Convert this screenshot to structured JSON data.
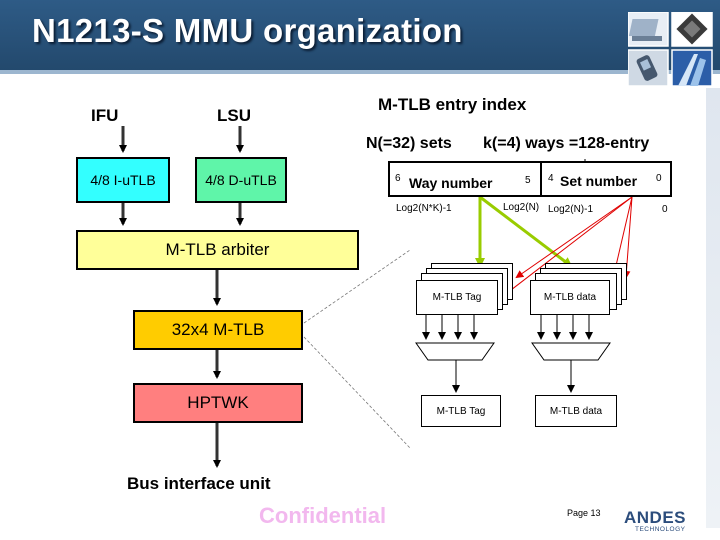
{
  "slide": {
    "title": "N1213-S MMU organization",
    "footer": {
      "confidential": "Confidential",
      "page": "Page 13",
      "logo_text": "ANDES",
      "logo_subtext": "TECHNOLOGY"
    }
  },
  "pipeline": {
    "ifu_label": "IFU",
    "lsu_label": "LSU",
    "i_utlb": "4/8 I-uTLB",
    "d_utlb": "4/8 D-uTLB",
    "arbiter": "M-TLB arbiter",
    "mtlb": "32x4 M-TLB",
    "hptwk": "HPTWK",
    "bus_interface": "Bus interface unit"
  },
  "index": {
    "title": "M-TLB entry index",
    "sets": "N(=32) sets",
    "ways": "k(=4) ways =128-entry",
    "way_field": {
      "label": "Way number",
      "high_bit": "6",
      "low_bit": "5",
      "low_bit_label": "Log2(N*K)-1",
      "high_bit_label": "Log2(N)"
    },
    "set_field": {
      "label": "Set number",
      "high_bit": "4",
      "low_bit": "0",
      "high_bit_label": "Log2(N)-1",
      "low_bit_label": "0"
    }
  },
  "arrays": {
    "tag_array": "M-TLB Tag",
    "data_array": "M-TLB data",
    "tag_output": "M-TLB Tag",
    "data_output": "M-TLB data"
  },
  "colors": {
    "header": "#2e5b86",
    "i_utlb": "#33ffff",
    "d_utlb": "#5ff5a9",
    "arbiter": "#ffff99",
    "mtlb": "#ffcc00",
    "hptwk": "#ff7f7f",
    "way_arrows": "#99cc00",
    "set_arrows": "#e00000",
    "confidential": "#f2b8ee"
  }
}
